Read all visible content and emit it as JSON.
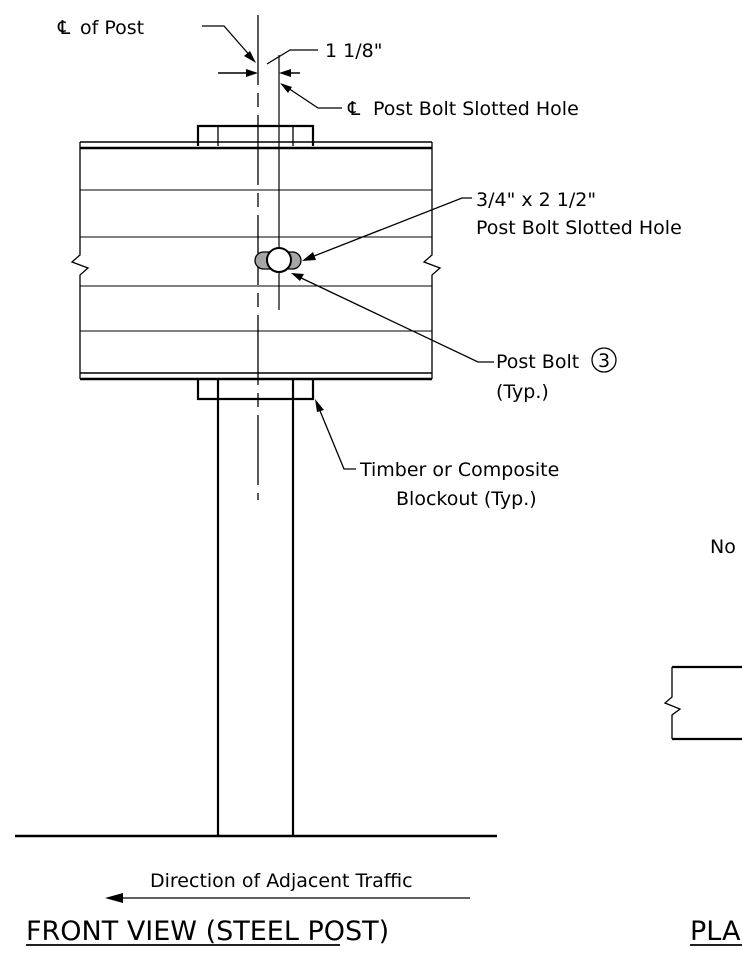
{
  "labels": {
    "cl_symbol": "℄",
    "cl_of_post": "of  Post",
    "dimension": "1 1/8\"",
    "cl_post_bolt_slotted_hole": "Post Bolt Slotted Hole",
    "slot_size": "3/4\" x 2 1/2\"",
    "slot_desc": "Post Bolt Slotted Hole",
    "post_bolt": "Post Bolt",
    "post_bolt_number": "3",
    "typ": "(Typ.)",
    "blockout_line1": "Timber or Composite",
    "blockout_line2": "Blockout (Typ.)",
    "partial_text_right": "No",
    "direction_of_traffic": "Direction of Adjacent Traffic",
    "title_front_view": "FRONT VIEW (STEEL POST)",
    "title_plan_partial": "PLA"
  }
}
